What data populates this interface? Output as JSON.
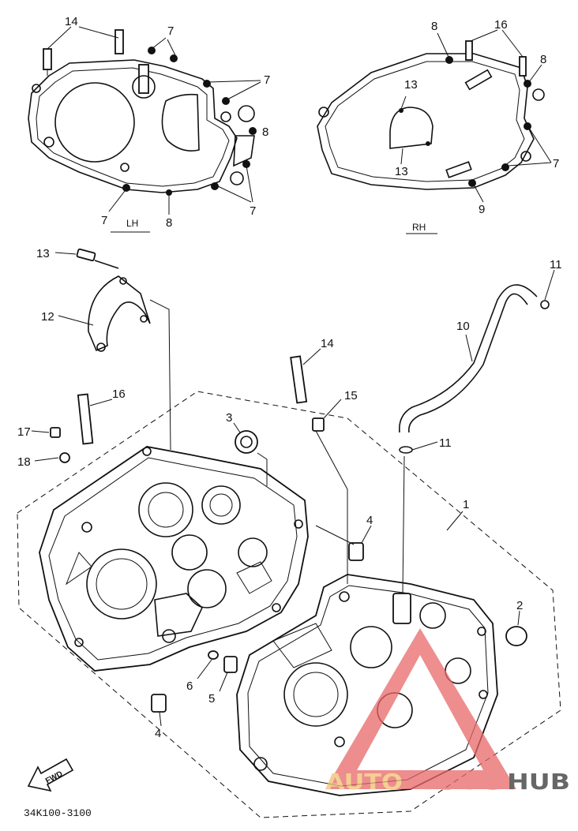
{
  "diagram": {
    "part_code": "34K100-3100",
    "gasket_left_label": "LH",
    "gasket_right_label": "RH",
    "fwd_label": "FWD",
    "watermark": {
      "part1": "AUTO",
      "part2": "MOTO",
      "part3": "HUB",
      "color_auto": "#f0c070",
      "color_moto": "#e86868",
      "color_hub": "#333333"
    },
    "callouts": [
      {
        "id": "c14a",
        "text": "14"
      },
      {
        "id": "c7a",
        "text": "7"
      },
      {
        "id": "c7b",
        "text": "7"
      },
      {
        "id": "c8a",
        "text": "8"
      },
      {
        "id": "c7c",
        "text": "7"
      },
      {
        "id": "c7d",
        "text": "7"
      },
      {
        "id": "c8b",
        "text": "8"
      },
      {
        "id": "c8c",
        "text": "8"
      },
      {
        "id": "c16a",
        "text": "16"
      },
      {
        "id": "c13a",
        "text": "13"
      },
      {
        "id": "c8d",
        "text": "8"
      },
      {
        "id": "c7e",
        "text": "7"
      },
      {
        "id": "c13b",
        "text": "13"
      },
      {
        "id": "c9",
        "text": "9"
      },
      {
        "id": "c13c",
        "text": "13"
      },
      {
        "id": "c11a",
        "text": "11"
      },
      {
        "id": "c12",
        "text": "12"
      },
      {
        "id": "c10",
        "text": "10"
      },
      {
        "id": "c14b",
        "text": "14"
      },
      {
        "id": "c16b",
        "text": "16"
      },
      {
        "id": "c15",
        "text": "15"
      },
      {
        "id": "c3",
        "text": "3"
      },
      {
        "id": "c11b",
        "text": "11"
      },
      {
        "id": "c17",
        "text": "17"
      },
      {
        "id": "c18",
        "text": "18"
      },
      {
        "id": "c1",
        "text": "1"
      },
      {
        "id": "c4a",
        "text": "4"
      },
      {
        "id": "c2",
        "text": "2"
      },
      {
        "id": "c6",
        "text": "6"
      },
      {
        "id": "c5",
        "text": "5"
      },
      {
        "id": "c4b",
        "text": "4"
      }
    ]
  }
}
